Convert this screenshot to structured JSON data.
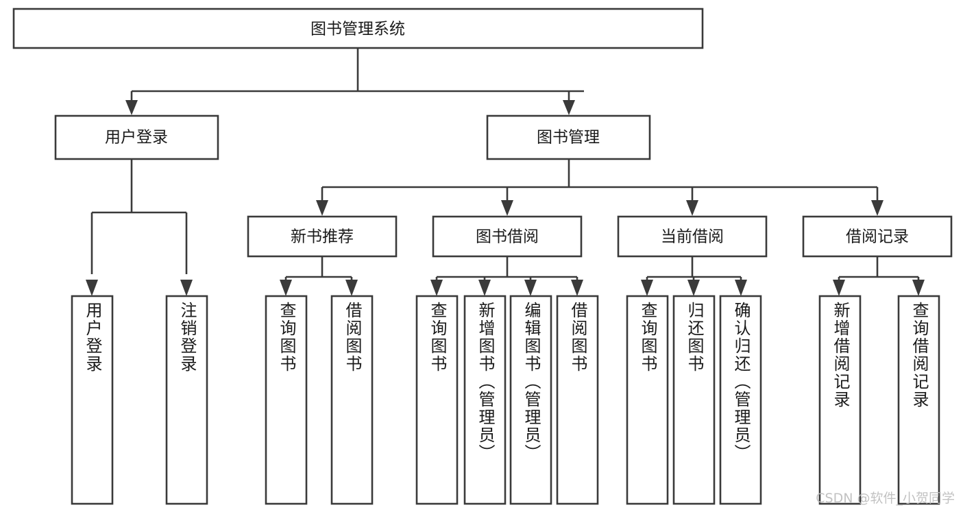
{
  "diagram": {
    "title": "图书管理系统",
    "type": "hierarchy-tree",
    "root": {
      "label": "图书管理系统"
    },
    "level1": [
      {
        "label": "用户登录"
      },
      {
        "label": "图书管理"
      }
    ],
    "level2": [
      {
        "label": "新书推荐"
      },
      {
        "label": "图书借阅"
      },
      {
        "label": "当前借阅"
      },
      {
        "label": "借阅记录"
      }
    ],
    "leaves": {
      "user_login": [
        {
          "label": "用户登录"
        },
        {
          "label": "注销登录"
        }
      ],
      "new_book_recommend": [
        {
          "label": "查询图书"
        },
        {
          "label": "借阅图书"
        }
      ],
      "book_borrow": [
        {
          "label": "查询图书"
        },
        {
          "label": "新增图书（管理员）"
        },
        {
          "label": "编辑图书（管理员）"
        },
        {
          "label": "借阅图书"
        }
      ],
      "current_borrow": [
        {
          "label": "查询图书"
        },
        {
          "label": "归还图书"
        },
        {
          "label": "确认归还（管理员）"
        }
      ],
      "borrow_record": [
        {
          "label": "新增借阅记录"
        },
        {
          "label": "查询借阅记录"
        }
      ]
    }
  },
  "watermark": {
    "text": "CSDN @软件_小贺同学"
  },
  "colors": {
    "stroke": "#3a3a3a",
    "text": "#1a1a1a",
    "background": "#ffffff",
    "watermark": "#bfbfbf"
  }
}
